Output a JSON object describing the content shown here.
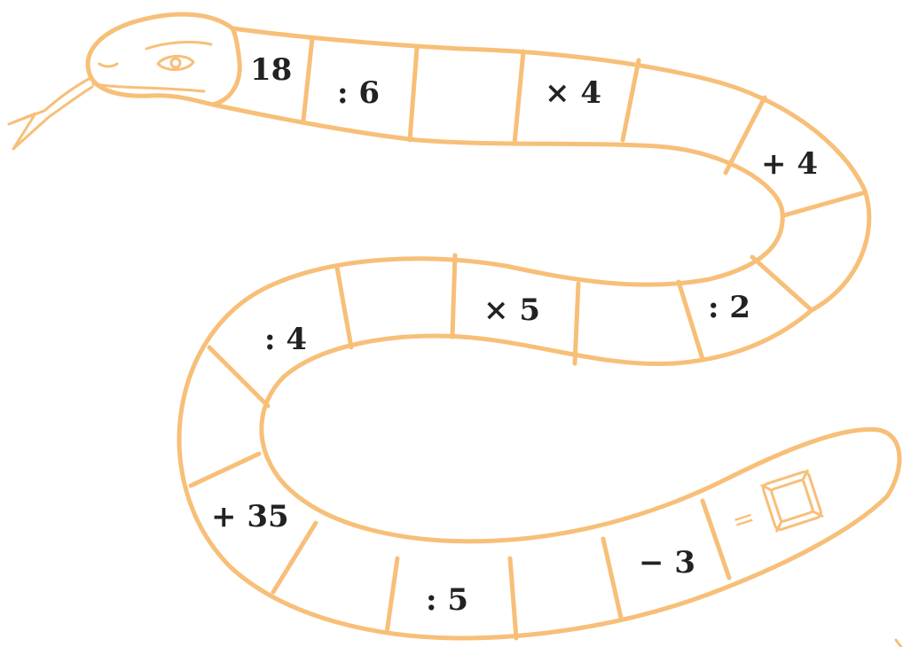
{
  "puzzle": {
    "start": "18",
    "cells": [
      ":  6",
      "",
      "× 4",
      "",
      "+ 4",
      "",
      ": 2",
      "",
      "× 5",
      "",
      ": 4",
      "",
      "+ 35",
      "",
      ": 5",
      "",
      "− 3"
    ],
    "equals": "=",
    "answer_box": ""
  },
  "colors": {
    "outline": "#f7bf78",
    "text": "#222222"
  }
}
